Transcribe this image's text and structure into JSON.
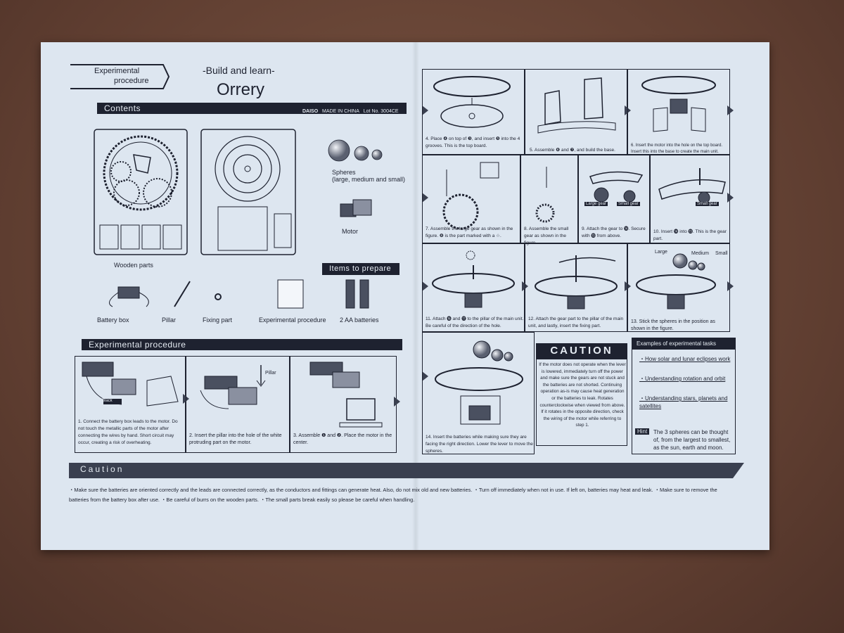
{
  "header": {
    "badge_line1": "Experimental",
    "badge_line2": "procedure",
    "subtitle": "-Build and learn-",
    "title": "Orrery"
  },
  "contents": {
    "heading": "Contents",
    "brand": "DAISO",
    "made_in": "MADE IN CHINA",
    "lot": "Lot No. 3004CE",
    "spheres_line1": "Spheres",
    "spheres_line2": "(large, medium and small)",
    "motor": "Motor",
    "wooden_parts": "Wooden parts"
  },
  "prepare": {
    "heading": "Items to prepare",
    "items": [
      "Battery box",
      "Pillar",
      "Fixing part",
      "Experimental procedure",
      "2 AA batteries"
    ]
  },
  "procedure": {
    "heading": "Experimental procedure",
    "black_label": "Black",
    "pillar_label": "Pillar",
    "step1": "1. Connect the battery box leads to the motor. Do not touch the metallic parts of the motor after connecting the wires by hand. Short circuit may occur, creating a risk of overheating.",
    "step2": "2. Insert the pillar into the hole of the white protruding part on the motor.",
    "step3": "3. Assemble ❶ and ❷. Place the motor in the center."
  },
  "steps_right": {
    "s4": "4. Place ❹ on top of ❸, and insert ❺ into the 4 grooves. This is the top board.",
    "s5": "5. Assemble ❻ and ❼, and build the base.",
    "s6": "6. Insert the motor into the hole on the top board. Insert this into the base to create the main unit.",
    "s7": "7. Assemble the large gear as shown in the figure. ❽ is the part marked with a ☆.",
    "s8": "8. Assemble the small gear as shown in the figure.",
    "s9": "9. Attach the gear to ⓮. Secure with ⓯ from above.",
    "s10": "10. Insert ⓮ into ⓯. This is the gear part.",
    "large_gear": "Large gear",
    "small_gear": "Small gear",
    "small_gear2": "Small gear",
    "s11": "11. Attach ⓰ and ⓱ to the pillar of the main unit. Be careful of the direction of the hole.",
    "s12": "12. Attach the gear part to the pillar of the main unit, and lastly, insert the fixing part.",
    "s13": "13. Stick the spheres in the position as shown in the figure.",
    "large": "Large",
    "medium": "Medium",
    "small": "Small",
    "s14": "14. Insert the batteries while making sure they are facing the right direction. Lower the lever to move the spheres."
  },
  "caution_box": {
    "title": "CAUTION",
    "body": "If the motor does not operate when the lever is lowered, immediately turn off the power and make sure the gears are not stuck and the batteries are not shorted. Continuing operation as-is may cause heat generation or the batteries to leak. Rotates counterclockwise when viewed from above. If it rotates in the opposite direction, check the wiring of the motor while referring to step 1."
  },
  "tasks": {
    "heading": "Examples of experimental tasks",
    "items": [
      "How solar and lunar eclipses work",
      "Understanding rotation and orbit",
      "Understanding stars, planets and satellites"
    ],
    "hint_label": "Hint",
    "hint": "The 3 spheres can be thought of, from the largest to smallest, as the sun, earth and moon."
  },
  "caution_footer": {
    "heading": "Caution",
    "line1": "・Make sure the batteries are oriented correctly and the leads are connected correctly, as the conductors and fittings can generate heat. Also, do not mix old and new batteries. ・Turn off immediately when not in use. If left on, batteries may heat and leak. ・Make sure to remove the",
    "line2": "batteries from the battery box after use. ・Be careful of burrs on the wooden parts. ・The small parts break easily so please be careful when handling."
  },
  "colors": {
    "ink": "#1e2230",
    "paper": "#dde6f0",
    "table": "#6a4535"
  }
}
